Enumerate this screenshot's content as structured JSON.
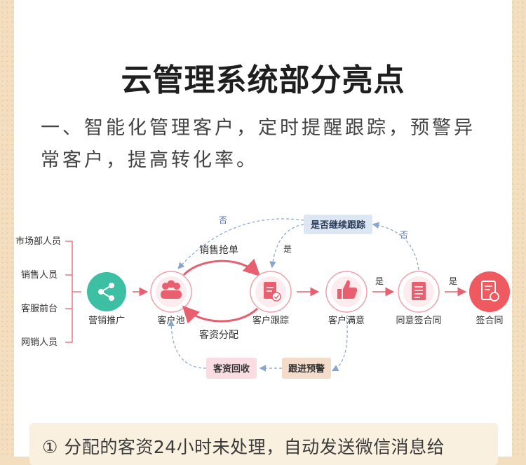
{
  "title": "云管理系统部分亮点",
  "intro": "一、智能化管理客户，定时提醒跟踪，预警异常客户，提高转化率。",
  "diagram": {
    "sources": [
      "市场部人员",
      "销售人员",
      "客服前台",
      "网销人员"
    ],
    "nodes": {
      "marketing": "营销推广",
      "pool": "客户池",
      "follow": "客户跟踪",
      "satisfied": "客户满意",
      "agree": "同意签合同",
      "sign": "签合同"
    },
    "edges": {
      "grab": "销售抢单",
      "allocate": "客资分配",
      "yes1": "是",
      "yes2": "是",
      "yes3": "是",
      "no1": "否",
      "no2": "否"
    },
    "boxes": {
      "continue": "是否继续跟踪",
      "recycle": "客资回收",
      "warning": "跟进预警"
    },
    "colors": {
      "teal": "#3dbfa3",
      "pink": "#e86070",
      "red": "#ee5a5f",
      "blue_box": "#dde6f3",
      "pink_box": "#fadde3",
      "tan_box": "#f4dccb"
    }
  },
  "banner": {
    "text": "① 分配的客资24小时未处理，自动发送微信消息给"
  }
}
